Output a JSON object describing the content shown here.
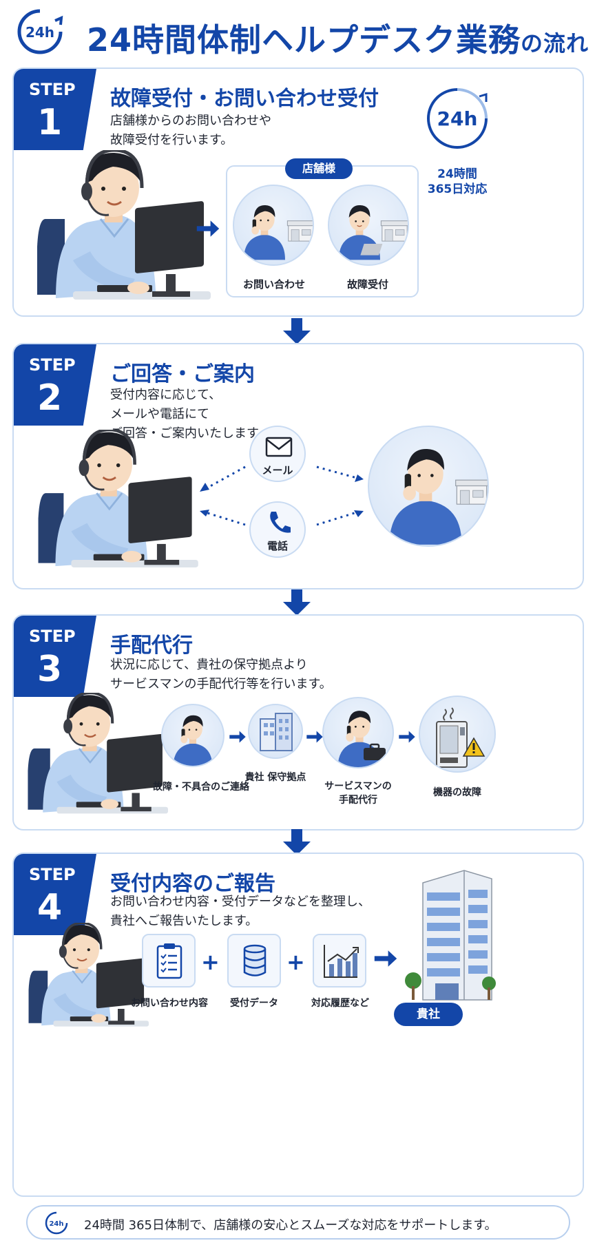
{
  "header": {
    "badge": "24h",
    "title": "24時間体制ヘルプデスク業務",
    "title_suffix": "の流れ"
  },
  "step1": {
    "label": "STEP",
    "number": "1",
    "title": "故障受付・お問い合わせ受付",
    "desc": [
      "店舗様からのお問い合わせや",
      "故障受付を行います。"
    ],
    "panel_label": "店舗様",
    "captions": [
      "お問い合わせ",
      "故障受付"
    ],
    "clock": "24h",
    "clock_caption": [
      "24時間",
      "365日対応"
    ]
  },
  "step2": {
    "label": "STEP",
    "number": "2",
    "title": "ご回答・ご案内",
    "desc": [
      "受付内容に応じて、",
      "メールや電話にて",
      "ご回答・ご案内いたします。"
    ],
    "mail": "メール",
    "phone": "電話"
  },
  "step3": {
    "label": "STEP",
    "number": "3",
    "title": "手配代行",
    "desc": [
      "状況に応じて、貴社の保守拠点より",
      "サービスマンの手配代行等を行います。"
    ],
    "captions": [
      "故障・不具合のご連絡",
      "貴社 保守拠点",
      "サービスマンの",
      "手配代行",
      "機器の故障"
    ]
  },
  "step4": {
    "label": "STEP",
    "number": "4",
    "title": "受付内容のご報告",
    "desc": [
      "お問い合わせ内容・受付データなどを整理し、",
      "貴社へご報告いたします。"
    ],
    "captions": [
      "お問い合わせ内容",
      "受付データ",
      "対応履歴など"
    ],
    "company": "貴社"
  },
  "footer": {
    "badge": "24h",
    "text": "24時間 365日体制で、店舗様の安心とスムーズな対応をサポートします。"
  },
  "colors": {
    "brand": "#1346a8",
    "card_border": "#c9dbf2",
    "shirt": "#3e6cc4"
  }
}
